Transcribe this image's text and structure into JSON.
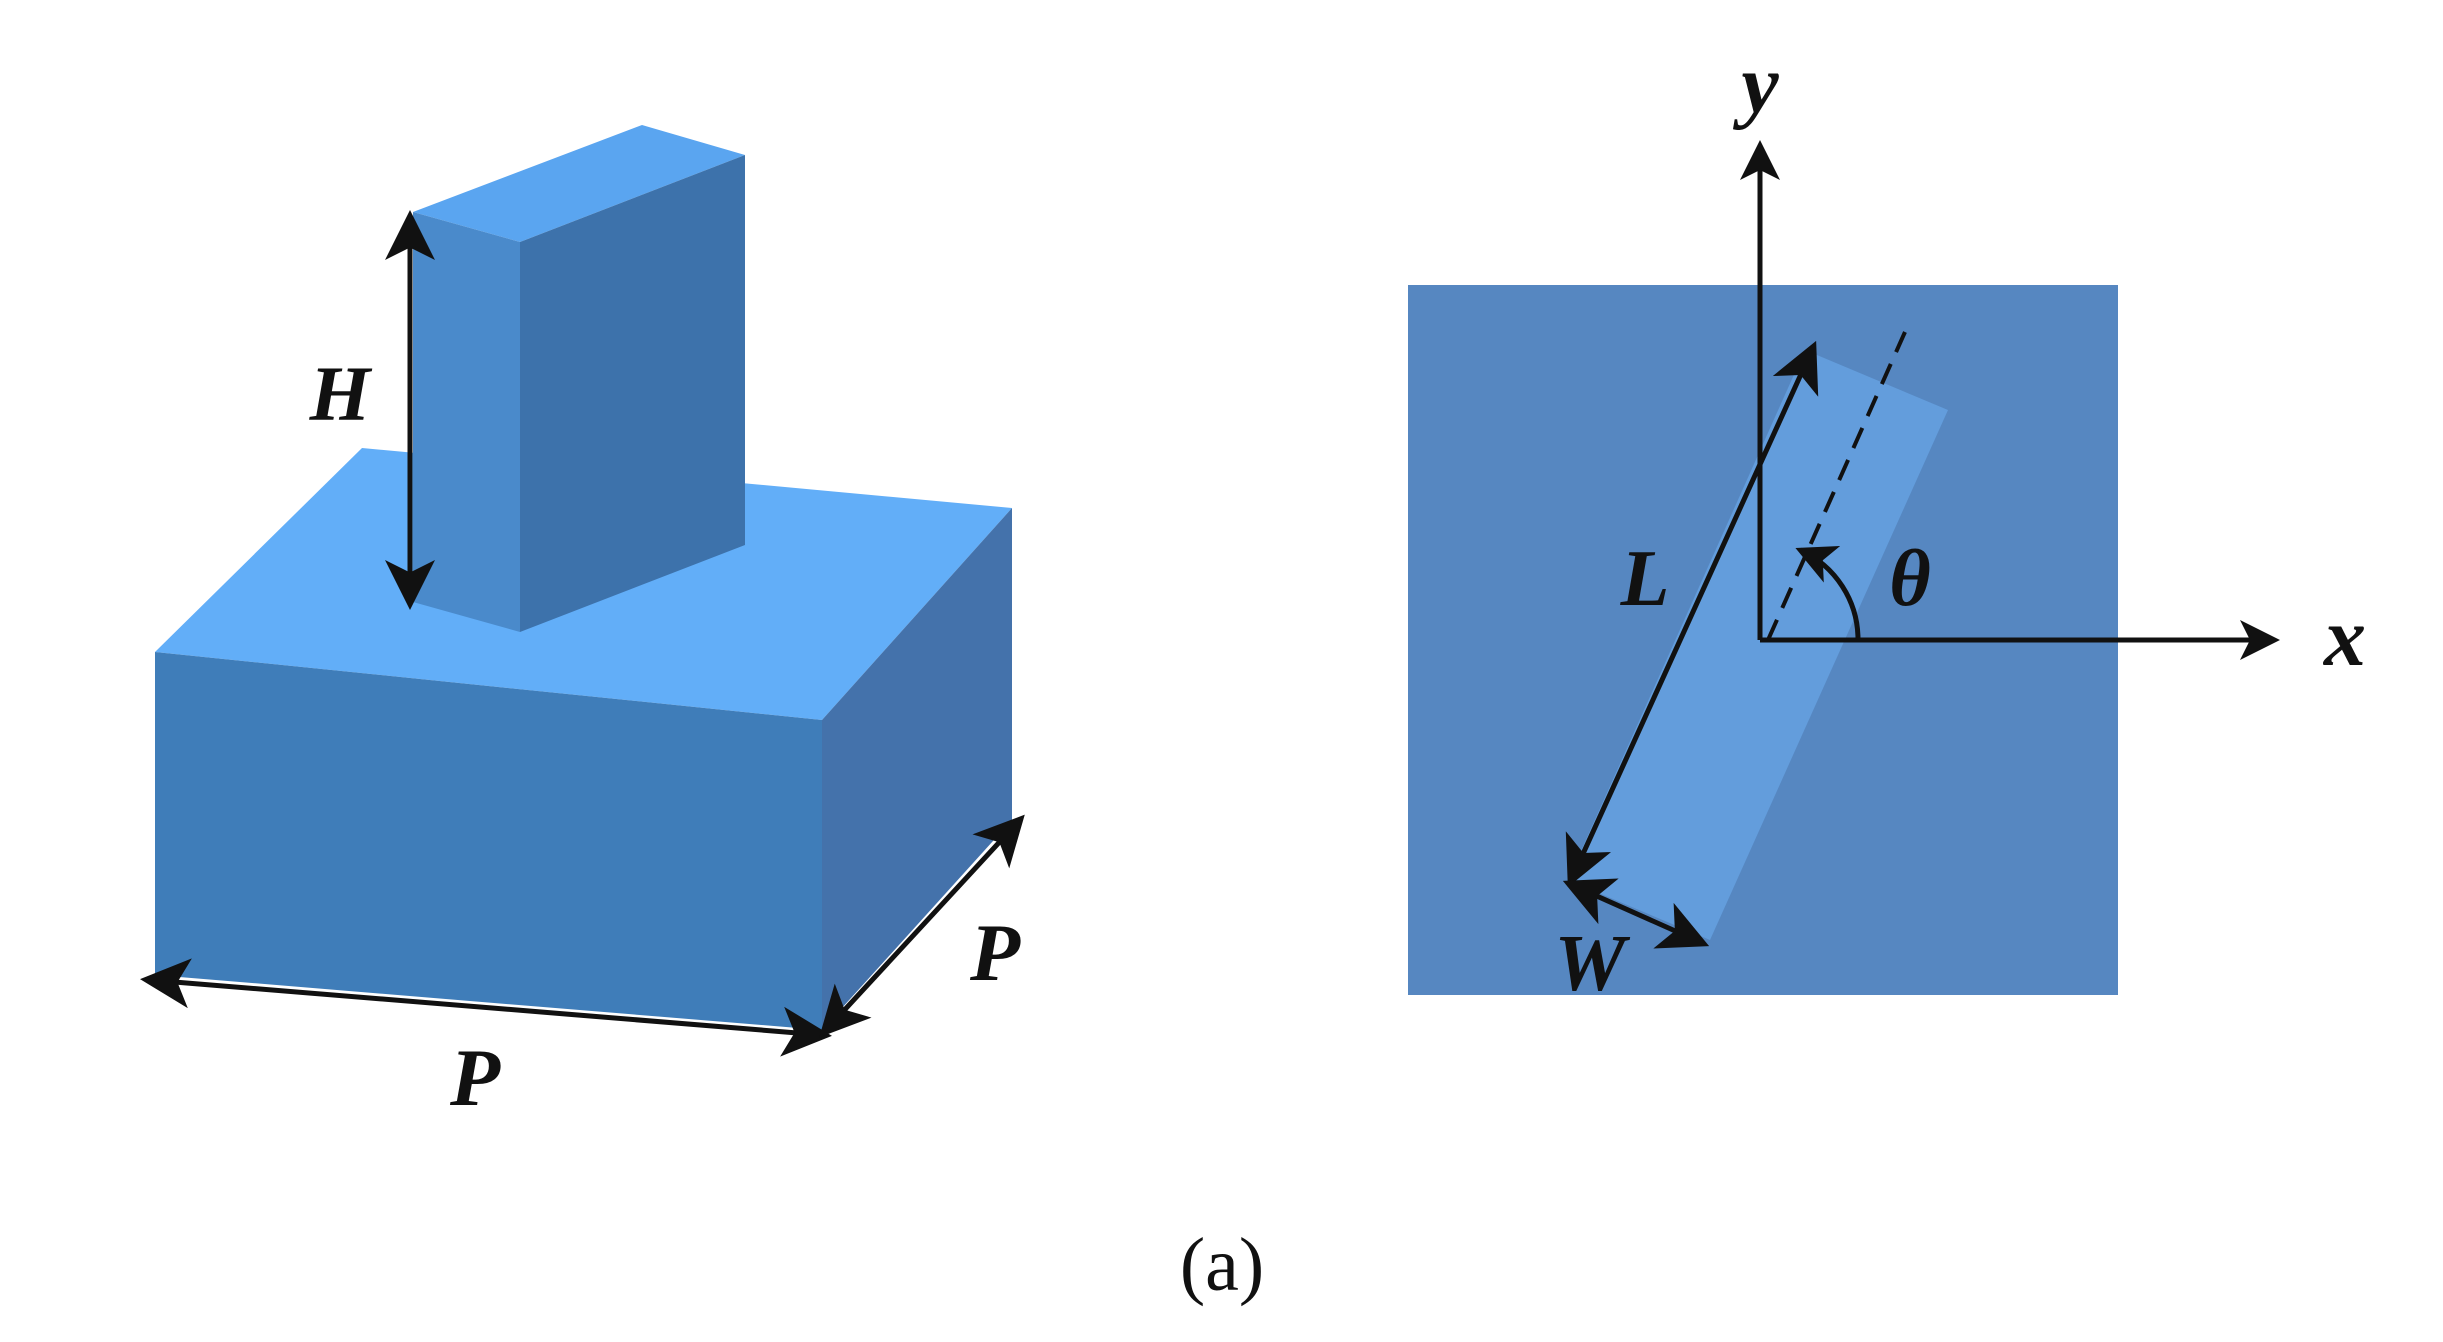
{
  "figure": {
    "caption": "(a)"
  },
  "labels": {
    "height": "H",
    "period_front": "P",
    "period_side": "P",
    "length": "L",
    "width": "W",
    "angle": "θ",
    "x_axis": "x",
    "y_axis": "y"
  },
  "colors": {
    "cube_top": "#62aef8",
    "cube_front": "#3f7db9",
    "cube_side": "#4472ab",
    "pillar_top": "#5aa5f0",
    "pillar_front": "#4a8acb",
    "pillar_side": "#3d72ab",
    "substrate": "#5687c1",
    "resonator_bar": "#639ddc",
    "ink": "#111111"
  }
}
